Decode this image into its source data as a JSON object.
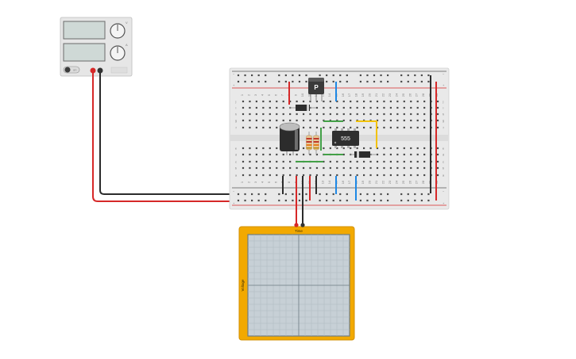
{
  "colors": {
    "wire_red": "#d62828",
    "wire_black": "#2b2b2b",
    "wire_blue": "#1e88e5",
    "wire_green": "#43a047",
    "wire_yellow": "#f2c200",
    "scope_frame": "#f2a900",
    "scope_screen": "#c7d0d6",
    "breadboard": "#e9e9e9"
  },
  "power_supply": {
    "voltage_unit": "V",
    "current_unit": "A",
    "switch_label": "on"
  },
  "breadboard": {
    "rail_plus": "+",
    "rail_minus": "−",
    "row_letters_top": [
      "j",
      "i",
      "h",
      "g",
      "f"
    ],
    "row_letters_bottom": [
      "e",
      "d",
      "c",
      "b",
      "a"
    ],
    "column_numbers": [
      "1",
      "2",
      "3",
      "4",
      "5",
      "6",
      "7",
      "8",
      "9",
      "10",
      "11",
      "12",
      "13",
      "14",
      "15",
      "16",
      "17",
      "18",
      "19",
      "20",
      "21",
      "22",
      "23",
      "24",
      "25",
      "26",
      "27",
      "28",
      "29",
      "30"
    ]
  },
  "components": {
    "ic_label": "555",
    "transistor_label": "P",
    "capacitor_icon": "electrolytic-capacitor-icon",
    "resistor_icon": "resistor-icon",
    "diode_icon": "diode-icon"
  },
  "oscilloscope": {
    "x_axis_label": "Time",
    "y_axis_label": "Voltage"
  }
}
